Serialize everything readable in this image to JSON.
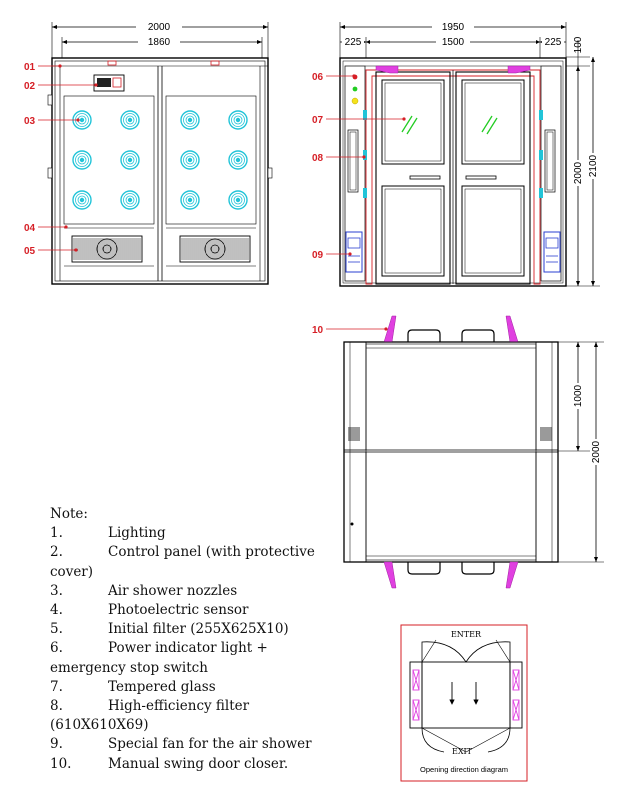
{
  "front_view": {
    "dim_overall": "2000",
    "dim_inner": "1860"
  },
  "side_view": {
    "dim_overall": "1950",
    "dim_left": "225",
    "dim_mid": "1500",
    "dim_right": "225",
    "dim_top": "100",
    "dim_height": "2000",
    "dim_height_total": "2100"
  },
  "top_view": {
    "dim_half": "1000",
    "dim_depth": "2000"
  },
  "callouts_left": [
    "01",
    "02",
    "03",
    "04",
    "05"
  ],
  "callouts_right": [
    "06",
    "07",
    "08",
    "09"
  ],
  "callout_top": "10",
  "notes": {
    "title": "Note:",
    "items": [
      {
        "num": "1.",
        "text": "Lighting",
        "cont": ""
      },
      {
        "num": "2.",
        "text": "Control panel (with protective",
        "cont": "cover)"
      },
      {
        "num": "3.",
        "text": "Air shower nozzles",
        "cont": ""
      },
      {
        "num": "4.",
        "text": "Photoelectric sensor",
        "cont": ""
      },
      {
        "num": "5.",
        "text": "Initial filter (255X625X10)",
        "cont": ""
      },
      {
        "num": "6.",
        "text": "Power indicator light +",
        "cont": "emergency stop switch"
      },
      {
        "num": "7.",
        "text": "Tempered glass",
        "cont": ""
      },
      {
        "num": "8.",
        "text": "High-efficiency filter",
        "cont": "(610X610X69)"
      },
      {
        "num": "9.",
        "text": "Special fan for the air shower",
        "cont": ""
      },
      {
        "num": "10.",
        "text": "Manual swing door closer.",
        "cont": ""
      }
    ]
  },
  "opening_diagram": {
    "enter": "ENTER",
    "exit": "EXIT",
    "caption": "Opening direction diagram"
  },
  "colors": {
    "callout": "#d61f26",
    "nozzle": "#22c4d8",
    "closer": "#e040e0",
    "filter_blue": "#2a3fd0",
    "glass_mark": "#22cc22",
    "frame": "#d61f26"
  }
}
